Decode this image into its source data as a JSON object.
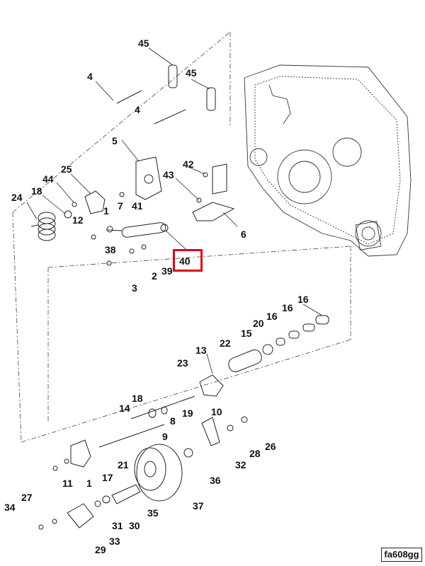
{
  "reference_code": "fa608gg",
  "highlighted_callout": "40",
  "highlight_color": "#e0001b",
  "callouts": [
    "45",
    "45",
    "4",
    "4",
    "5",
    "42",
    "43",
    "25",
    "44",
    "18",
    "24",
    "1",
    "7",
    "41",
    "12",
    "38",
    "2",
    "39",
    "40",
    "3",
    "6",
    "16",
    "16",
    "16",
    "20",
    "15",
    "22",
    "13",
    "23",
    "14",
    "18",
    "8",
    "19",
    "10",
    "9",
    "26",
    "28",
    "32",
    "21",
    "17",
    "11",
    "1",
    "36",
    "37",
    "27",
    "34",
    "35",
    "30",
    "31",
    "33",
    "29"
  ]
}
